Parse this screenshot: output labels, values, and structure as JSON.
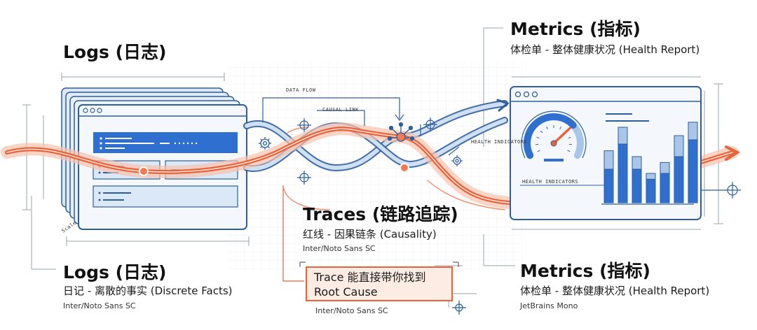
{
  "colors": {
    "blue": "#2f6fd0",
    "lightblue": "#a9c6ea",
    "red": "#e8623a",
    "panel": "#eaf2fb",
    "outline": "#2e5e9c"
  },
  "logs_top": {
    "title": "Logs (日志)"
  },
  "logs": {
    "title": "Logs (日志)",
    "subtitle": "日记 - 离散的事实 (Discrete Facts)",
    "font": "Inter/Noto Sans SC"
  },
  "traces": {
    "title": "Traces (链路追踪)",
    "subtitle": "红线 - 因果链条 (Causality)",
    "font": "Inter/Noto Sans SC"
  },
  "callout": {
    "line1": "Trace 能直接带你找到",
    "line2": "Root Cause",
    "font": "Inter/Noto Sans SC"
  },
  "metrics_top": {
    "title": "Metrics (指标)",
    "subtitle": "体检单 - 整体健康状况 (Health Report)"
  },
  "metrics": {
    "title": "Metrics (指标)",
    "subtitle": "体检单 - 整体健康状况 (Health Report)",
    "font": "JetBrains Mono"
  },
  "diagram_labels": {
    "data_flow": "DATA FLOW",
    "causal_link": "CAUSAL LINK",
    "health_indicators_small": "HEALTH INDICATORS",
    "health_indicators": "HEALTH INDICATORS",
    "scale": "Scale"
  },
  "bar_chart": {
    "heights": [
      0.62,
      0.9,
      0.55,
      0.35,
      0.48,
      0.8,
      0.96
    ],
    "fills": [
      0.4,
      0.7,
      0.4,
      0.28,
      0.35,
      0.55,
      0.75
    ]
  },
  "gauge": {
    "level": 0.7
  }
}
